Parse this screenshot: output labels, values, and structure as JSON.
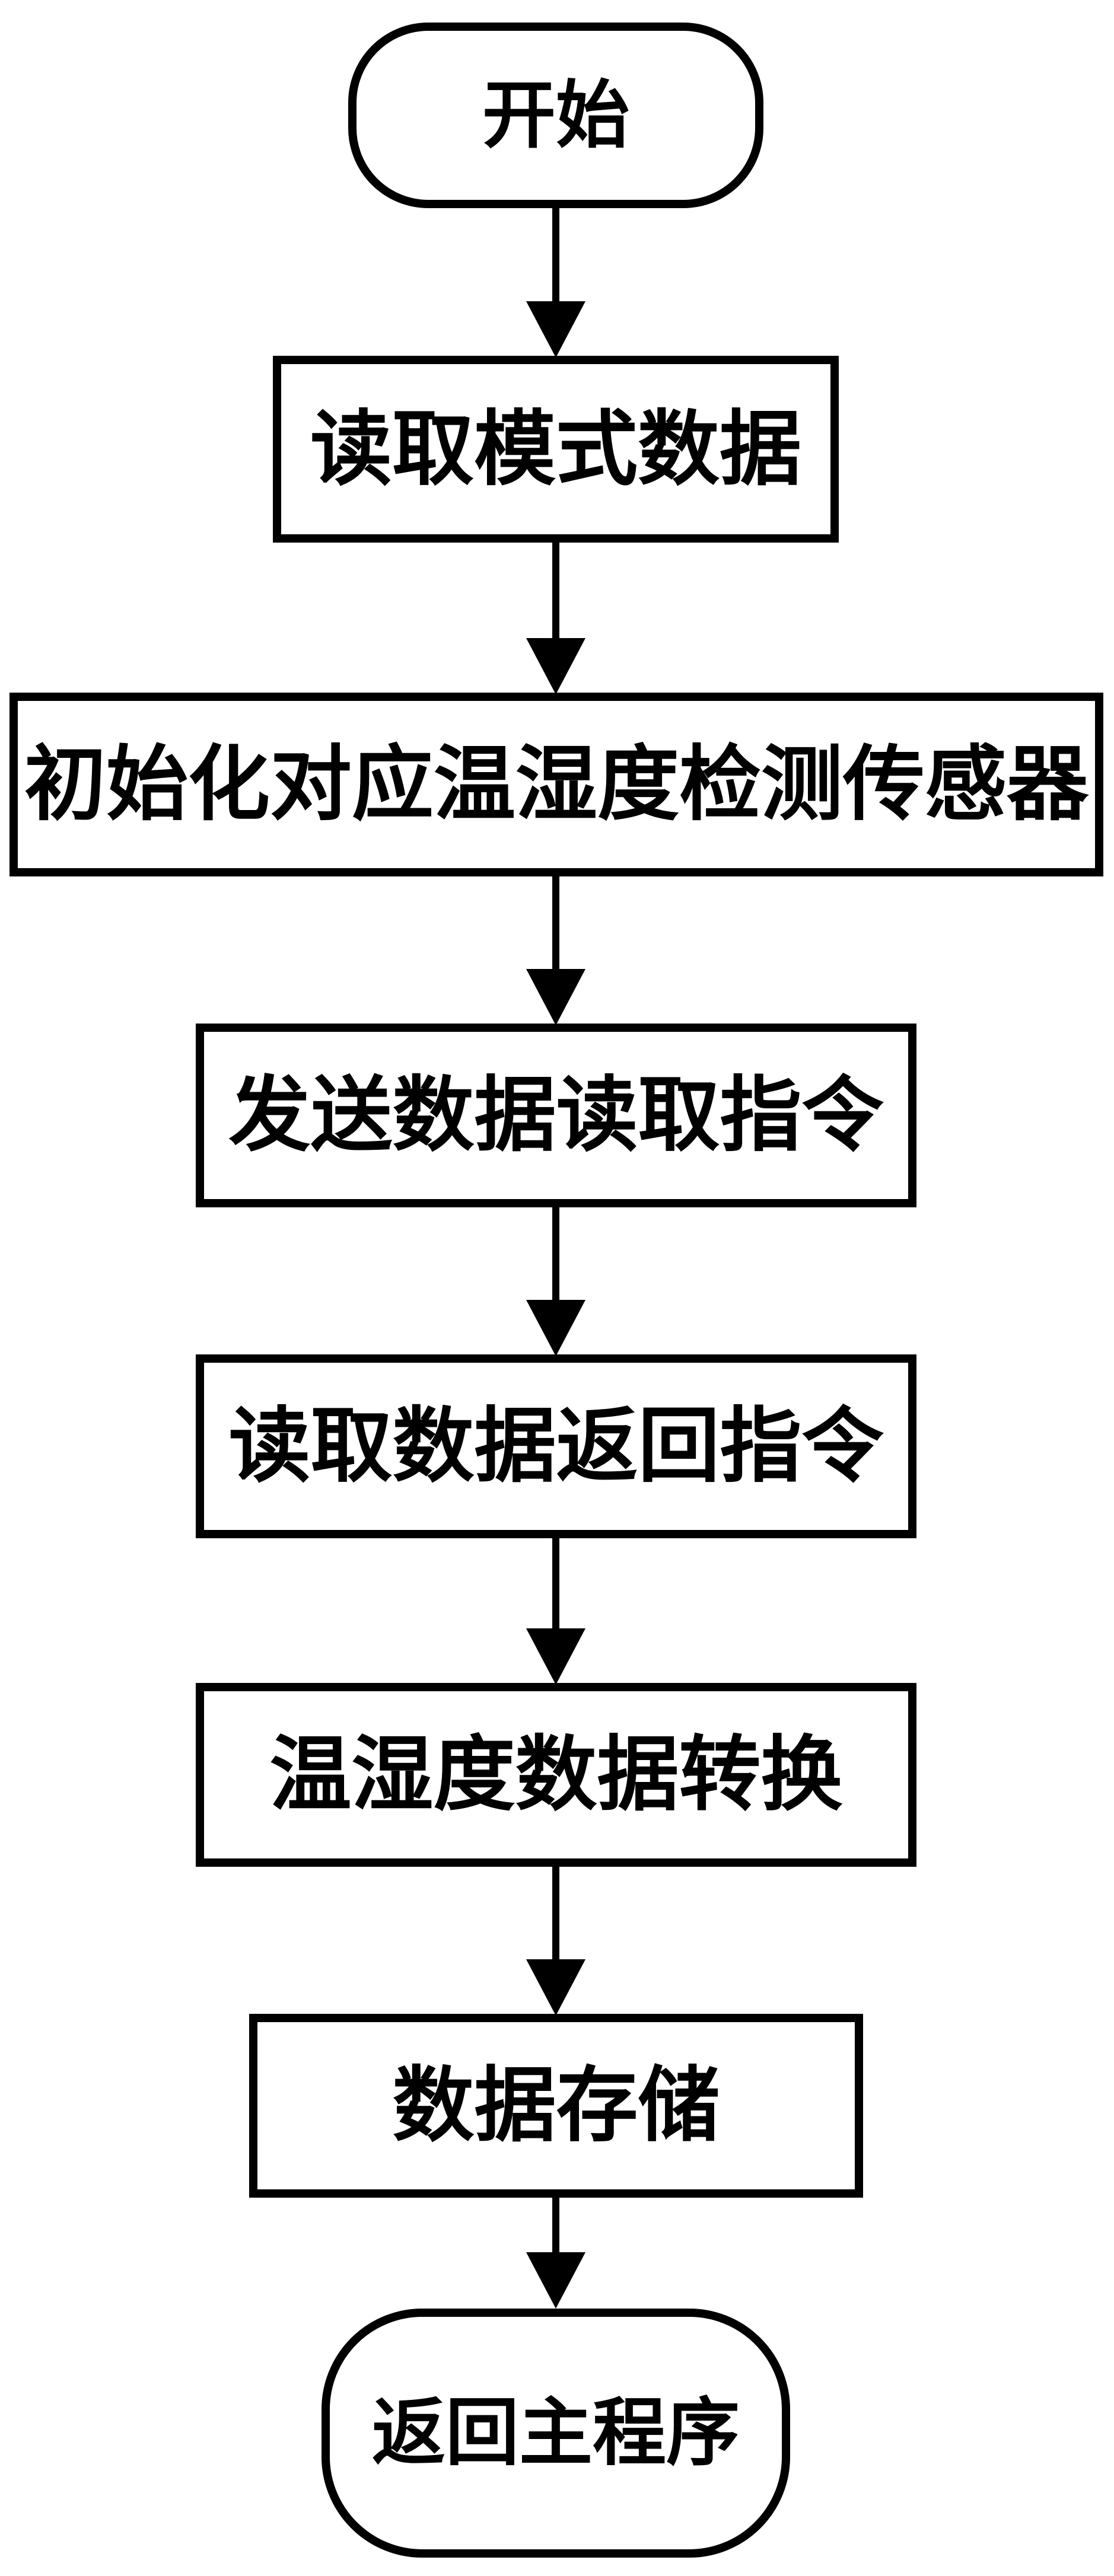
{
  "diagram": {
    "type": "flowchart",
    "direction": "top-down",
    "colors": {
      "stroke": "#000000",
      "fill": "#ffffff",
      "text": "#000000"
    },
    "nodes": [
      {
        "id": "start",
        "shape": "terminator",
        "label": "开始"
      },
      {
        "id": "read-mode-data",
        "shape": "process",
        "label": "读取模式数据"
      },
      {
        "id": "init-sensor",
        "shape": "process",
        "label": "初始化对应温湿度检测传感器"
      },
      {
        "id": "send-read-cmd",
        "shape": "process",
        "label": "发送数据读取指令"
      },
      {
        "id": "read-return-cmd",
        "shape": "process",
        "label": "读取数据返回指令"
      },
      {
        "id": "data-convert",
        "shape": "process",
        "label": "温湿度数据转换"
      },
      {
        "id": "data-store",
        "shape": "process",
        "label": "数据存储"
      },
      {
        "id": "return-main",
        "shape": "terminator",
        "label": "返回主程序"
      }
    ],
    "edges": [
      {
        "from": "start",
        "to": "read-mode-data"
      },
      {
        "from": "read-mode-data",
        "to": "init-sensor"
      },
      {
        "from": "init-sensor",
        "to": "send-read-cmd"
      },
      {
        "from": "send-read-cmd",
        "to": "read-return-cmd"
      },
      {
        "from": "read-return-cmd",
        "to": "data-convert"
      },
      {
        "from": "data-convert",
        "to": "data-store"
      },
      {
        "from": "data-store",
        "to": "return-main"
      }
    ]
  }
}
